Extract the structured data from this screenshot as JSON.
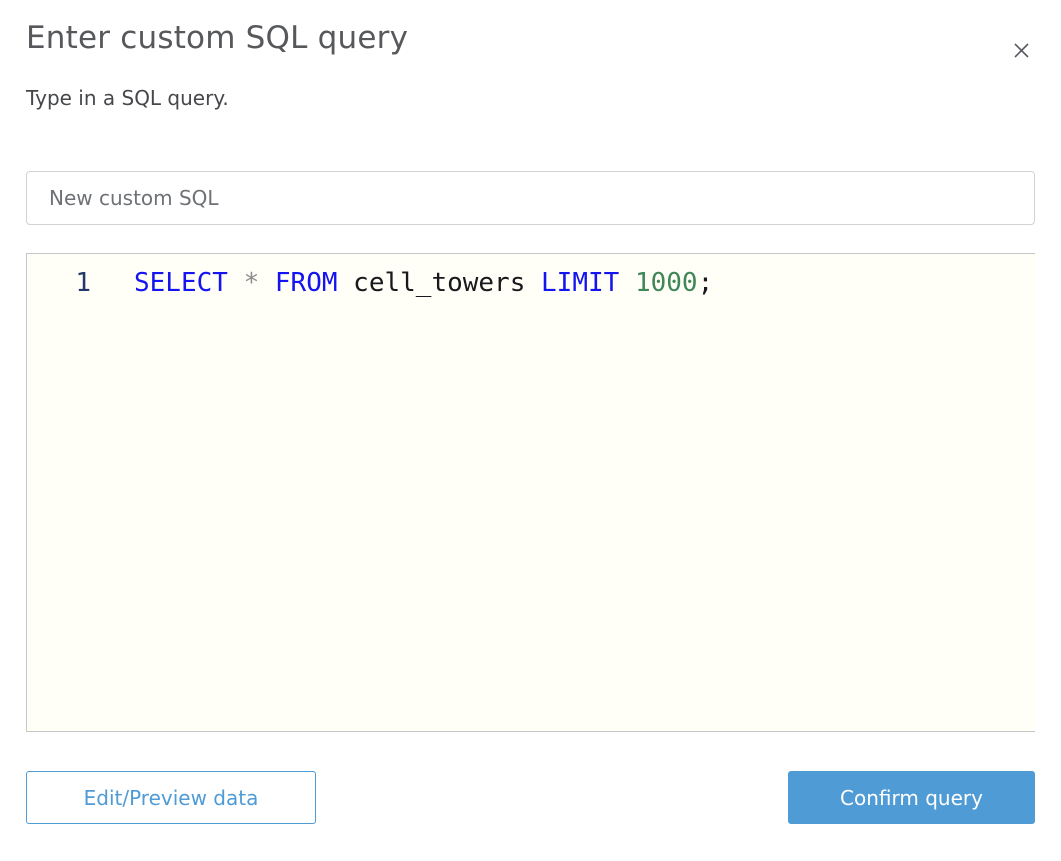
{
  "colors": {
    "accent": "#4f9bd5",
    "kw": "#1414f0",
    "num": "#3f8757",
    "op": "#8c8c8c",
    "ident": "#17191c",
    "gutter": "#22386b",
    "editor-bg": "#fffef7",
    "editor-border": "#c7c7c7"
  },
  "header": {
    "title": "Enter custom SQL query",
    "subtitle": "Type in a SQL query.",
    "close_icon": "close-icon"
  },
  "name_input": {
    "value": "New custom SQL"
  },
  "editor": {
    "lines": [
      {
        "number": "1",
        "tokens": [
          {
            "text": "SELECT",
            "type": "kw"
          },
          {
            "text": " ",
            "type": "plain"
          },
          {
            "text": "*",
            "type": "op"
          },
          {
            "text": " ",
            "type": "plain"
          },
          {
            "text": "FROM",
            "type": "kw"
          },
          {
            "text": " ",
            "type": "plain"
          },
          {
            "text": "cell_towers",
            "type": "ident"
          },
          {
            "text": " ",
            "type": "plain"
          },
          {
            "text": "LIMIT",
            "type": "kw"
          },
          {
            "text": " ",
            "type": "plain"
          },
          {
            "text": "1000",
            "type": "num"
          },
          {
            "text": ";",
            "type": "plain"
          }
        ]
      }
    ]
  },
  "footer": {
    "edit_preview_label": "Edit/Preview data",
    "confirm_label": "Confirm query"
  }
}
